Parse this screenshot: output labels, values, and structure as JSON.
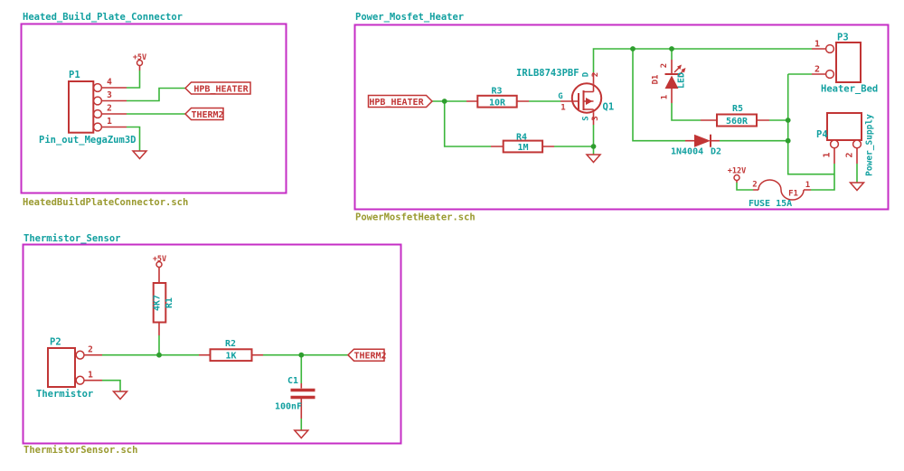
{
  "colors": {
    "background": "#ffffff",
    "wire": "#3ab53a",
    "component": "#c13535",
    "annotation": "#12a0a0",
    "sheet_border": "#c52ec5",
    "sheet_file": "#9a9a30",
    "junction": "#2e9e2e"
  },
  "sheets": {
    "heated_build_plate": {
      "title": "Heated_Build_Plate_Connector",
      "filename": "HeatedBuildPlateConnector.sch",
      "power_5v": "+5V",
      "p1": {
        "ref": "P1",
        "value": "Pin_out_MegaZum3D",
        "pin4": "4",
        "pin3": "3",
        "pin2": "2",
        "pin1": "1"
      },
      "label_hpb": "HPB_HEATER",
      "label_therm": "THERM2"
    },
    "power_mosfet": {
      "title": "Power_Mosfet_Heater",
      "filename": "PowerMosfetHeater.sch",
      "label_hpb": "HPB_HEATER",
      "power_12v": "+12V",
      "r3": {
        "ref": "R3",
        "value": "10R"
      },
      "r4": {
        "ref": "R4",
        "value": "1M"
      },
      "r5": {
        "ref": "R5",
        "value": "560R"
      },
      "q1": {
        "ref": "Q1",
        "value": "IRLB8743PBF",
        "pin_g": "G",
        "pin_g_num": "1",
        "pin_d": "D",
        "pin_d_num": "2",
        "pin_s": "S",
        "pin_s_num": "3"
      },
      "d1": {
        "ref": "D1",
        "value": "LED",
        "pin_top": "2",
        "pin_bottom": "1"
      },
      "d2": {
        "ref": "D2",
        "value": "1N4004"
      },
      "p3": {
        "ref": "P3",
        "value": "Heater_Bed",
        "pin1": "1",
        "pin2": "2"
      },
      "p4": {
        "ref": "P4",
        "value": "Power_Supply",
        "pin1": "1",
        "pin2": "2"
      },
      "f1": {
        "ref": "F1",
        "value": "FUSE 15A",
        "pin1": "1",
        "pin2": "2"
      }
    },
    "thermistor": {
      "title": "Thermistor_Sensor",
      "filename": "ThermistorSensor.sch",
      "power_5v": "+5V",
      "r1": {
        "ref": "R1",
        "value": "4K7"
      },
      "r2": {
        "ref": "R2",
        "value": "1K"
      },
      "c1": {
        "ref": "C1",
        "value": "100nF"
      },
      "p2": {
        "ref": "P2",
        "value": "Thermistor",
        "pin2": "2",
        "pin1": "1"
      },
      "label_therm": "THERM2"
    }
  }
}
